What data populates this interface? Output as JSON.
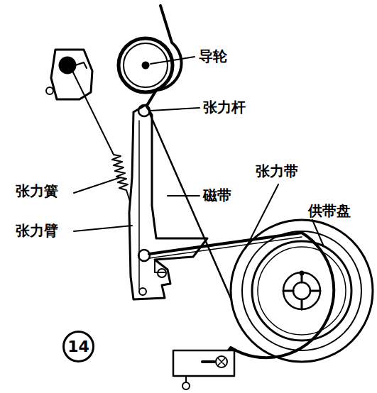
{
  "diagram": {
    "nodes": [
      {
        "text": [
          "14"
        ]
      }
    ],
    "labels": [
      "导轮",
      "张力杆",
      "张力带",
      "供带盘",
      "张力簧",
      "磁带",
      "张力臂"
    ]
  }
}
